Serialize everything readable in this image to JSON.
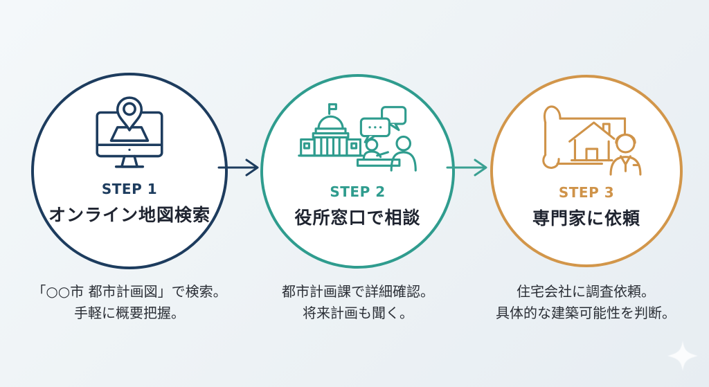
{
  "diagram": {
    "type": "process-steps",
    "background_start": "#f4f8fa",
    "background_end": "#e7edf2"
  },
  "steps": [
    {
      "label": "STEP 1",
      "title": "オンライン地図検索",
      "color": "#1d3c5e",
      "icon": "monitor-map-pin-icon",
      "description_line1": "「○○市 都市計画図」で検索。",
      "description_line2": "手軽に概要把握。"
    },
    {
      "label": "STEP 2",
      "title": "役所窓口で相談",
      "color": "#2f9c8e",
      "icon": "government-office-consultation-icon",
      "description_line1": "都市計画課で詳細確認。",
      "description_line2": "将来計画も聞く。"
    },
    {
      "label": "STEP 3",
      "title": "専門家に依頼",
      "color": "#d2964a",
      "icon": "blueprint-house-expert-icon",
      "description_line1": "住宅会社に調査依頼。",
      "description_line2": "具体的な建築可能性を判断。"
    }
  ],
  "arrows": [
    {
      "direction": "right",
      "color": "#1d3c5e"
    },
    {
      "direction": "right",
      "color": "#3aa092"
    }
  ],
  "decoration": {
    "sparkle_color": "#ffffff"
  }
}
